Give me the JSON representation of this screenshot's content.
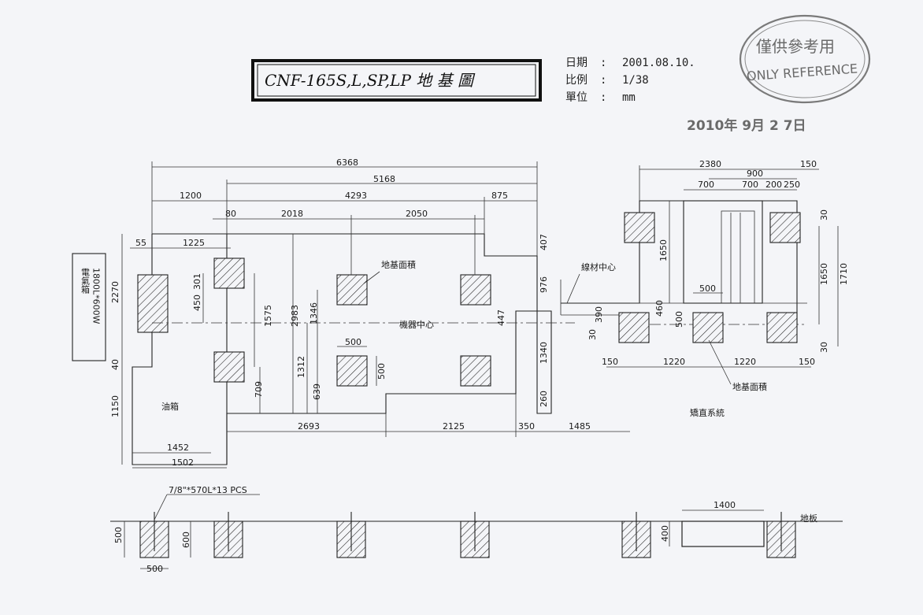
{
  "title": "CNF-165S,L,SP,LP 地 基 圖",
  "meta": {
    "date_label": "日期",
    "date_value": "2001.08.10.",
    "scale_label": "比例",
    "scale_value": "1/38",
    "unit_label": "單位",
    "unit_value": "mm"
  },
  "stamp": {
    "line1": "僅供參考用",
    "line2": "ONLY REFERENCE",
    "date": "2010年 9月 2 7日"
  },
  "labels": {
    "foundation_area": "地基面積",
    "machine_center": "機器中心",
    "oil_tank": "油箱",
    "electrical_box": "電氣箱",
    "electrical_size": "1800L*600W",
    "material_center": "線材中心",
    "straightener": "矯直系統",
    "foundation_area_2": "地基面積",
    "bolt_spec": "7/8\"*570L*13 PCS",
    "floor": "地板"
  },
  "dims": {
    "d6368": "6368",
    "d5168": "5168",
    "d1200": "1200",
    "d4293": "4293",
    "d875": "875",
    "d80": "80",
    "d2018": "2018",
    "d2050": "2050",
    "d55": "55",
    "d1225": "1225",
    "d2270": "2270",
    "d40": "40",
    "d1150": "1150",
    "d301": "301",
    "d450": "450",
    "d1575": "1575",
    "d2983": "2983",
    "d1346": "1346",
    "d1312": "1312",
    "d639": "639",
    "d709": "709",
    "d500a": "500",
    "d500b": "500",
    "d407": "407",
    "d976": "976",
    "d447": "447",
    "d1340": "1340",
    "d260": "260",
    "d2693": "2693",
    "d2125": "2125",
    "d350": "350",
    "d1485": "1485",
    "d1452": "1452",
    "d1502": "1502",
    "d2380": "2380",
    "d900": "900",
    "d150a": "150",
    "d700a": "700",
    "d700b": "700",
    "d200": "200",
    "d250": "250",
    "d1650a": "1650",
    "d1650b": "1650",
    "d1710": "1710",
    "d30a": "30",
    "d30b": "30",
    "d500c": "500",
    "d460": "460",
    "d500d": "500",
    "d390": "390",
    "d30c": "30",
    "d150b": "150",
    "d1220a": "1220",
    "d1220b": "1220",
    "d150c": "150",
    "d500e": "500",
    "d600": "600",
    "d500f": "500",
    "d1400": "1400",
    "d400": "400"
  }
}
